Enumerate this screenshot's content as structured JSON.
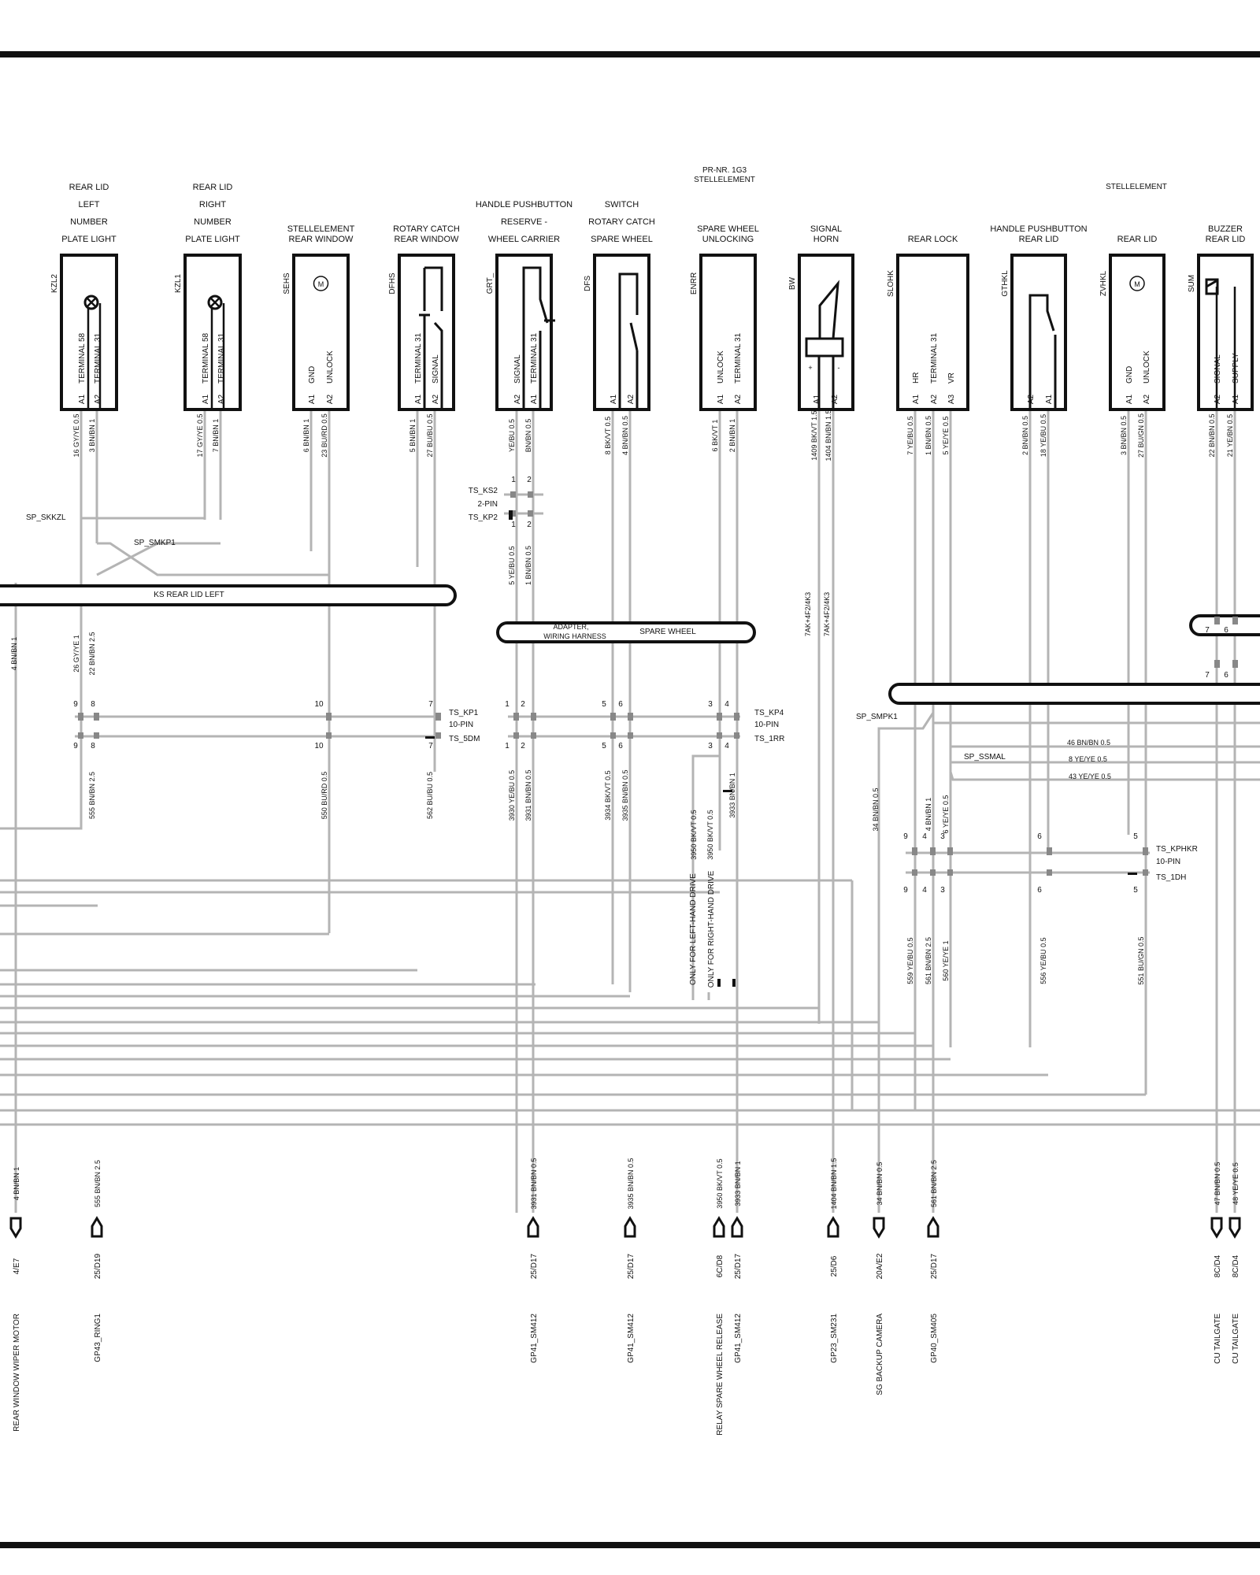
{
  "components": [
    {
      "code": "KZL2",
      "title": [
        "REAR LID",
        "LEFT",
        "NUMBER",
        "PLATE LIGHT"
      ],
      "pins": [
        {
          "pin": "A1",
          "label": "TERMINAL 58"
        },
        {
          "pin": "A2",
          "label": "TERMINAL 31"
        }
      ],
      "symbol": "lamp"
    },
    {
      "code": "KZL1",
      "title": [
        "REAR LID",
        "RIGHT",
        "NUMBER",
        "PLATE LIGHT"
      ],
      "pins": [
        {
          "pin": "A1",
          "label": "TERMINAL 58"
        },
        {
          "pin": "A2",
          "label": "TERMINAL 31"
        }
      ],
      "symbol": "lamp"
    },
    {
      "code": "SEHS",
      "title": [
        "STELLELEMENT",
        "REAR WINDOW"
      ],
      "pins": [
        {
          "pin": "A1",
          "label": "GND"
        },
        {
          "pin": "A2",
          "label": "UNLOCK"
        }
      ],
      "symbol": "motor",
      "symbol_text": "M"
    },
    {
      "code": "DFHS",
      "title": [
        "ROTARY CATCH",
        "REAR WINDOW"
      ],
      "pins": [
        {
          "pin": "A1",
          "label": "TERMINAL 31"
        },
        {
          "pin": "A2",
          "label": "SIGNAL"
        }
      ],
      "symbol": "switch-t"
    },
    {
      "code": "GRT_",
      "title": [
        "HANDLE PUSHBUTTON",
        "RESERVE -",
        "WHEEL CARRIER"
      ],
      "pins": [
        {
          "pin": "A2",
          "label": "SIGNAL"
        },
        {
          "pin": "A1",
          "label": "TERMINAL 31"
        }
      ],
      "symbol": "switch-t2"
    },
    {
      "code": "DFS",
      "title": [
        "SWITCH",
        "ROTARY CATCH",
        "SPARE WHEEL"
      ],
      "pins": [
        {
          "pin": "A1",
          "label": ""
        },
        {
          "pin": "A2",
          "label": ""
        }
      ],
      "symbol": "switch"
    },
    {
      "code": "ENRR",
      "title": [
        "SPARE WHEEL",
        "UNLOCKING"
      ],
      "pins": [
        {
          "pin": "A1",
          "label": "UNLOCK"
        },
        {
          "pin": "A2",
          "label": "TERMINAL 31"
        }
      ],
      "symbol": "none"
    },
    {
      "code": "BW",
      "title": [
        "SIGNAL",
        "HORN"
      ],
      "pins": [
        {
          "pin": "A1",
          "label": ""
        },
        {
          "pin": "A2",
          "label": ""
        }
      ],
      "symbol": "horn"
    },
    {
      "code": "SLOHK",
      "title": [
        "REAR LOCK"
      ],
      "pins": [
        {
          "pin": "A1",
          "label": "HR"
        },
        {
          "pin": "A2",
          "label": "TERMINAL 31"
        },
        {
          "pin": "A3",
          "label": "VR"
        }
      ],
      "symbol": "none"
    },
    {
      "code": "GTHKL",
      "title": [
        "HANDLE PUSHBUTTON",
        "REAR LID"
      ],
      "pins": [
        {
          "pin": "A2",
          "label": ""
        },
        {
          "pin": "A1",
          "label": ""
        }
      ],
      "symbol": "switch2"
    },
    {
      "code": "ZVHKL",
      "title": [
        "REAR LID"
      ],
      "pins": [
        {
          "pin": "A1",
          "label": "GND"
        },
        {
          "pin": "A2",
          "label": "UNLOCK"
        }
      ],
      "symbol": "motor",
      "symbol_text": "M"
    },
    {
      "code": "SUM",
      "title": [
        "BUZZER",
        "REAR LID"
      ],
      "pins": [
        {
          "pin": "A2",
          "label": "SIGNAL"
        },
        {
          "pin": "A1",
          "label": "SUPPLY"
        }
      ],
      "symbol": "buzzer"
    }
  ],
  "header_notes": {
    "pr_nr": "PR-NR. 1G3",
    "pr_stellelement": "STELLELEMENT",
    "stellelement_right": "STELLELEMENT"
  },
  "wire_labels_top": [
    "16 GY/YE 0.5",
    "3 BN/BN 1",
    "17 GY/YE 0.5",
    "7 BN/BN 1",
    "6 BN/BN 1",
    "23 BU/RD 0.5",
    "5 BN/BN 1",
    "27 BU/BU 0.5",
    "YE/BU 0.5",
    "BN/BN 0.5",
    "8 BK/VT 0.5",
    "4 BN/BN 0.5",
    "6 BK/VT 1",
    "2 BN/BN 1",
    "1409 BK/VT 1.5",
    "1404 BN/BN 1.5",
    "7 YE/BU 0.5",
    "1 BN/BN 0.5",
    "5 YE/YE 0.5",
    "2 BN/BN 0.5",
    "18 YE/BU 0.5",
    "3 BN/BN 0.5",
    "27 BU/GN 0.5",
    "22 BN/BN 0.5",
    "21 YE/BN 0.5"
  ],
  "wire_labels_mid": [
    "26 GY/YE 1",
    "22 BN/BN 2.5",
    "4 BN/BN 1",
    "5 YE/BU 0.5",
    "1 BN/BN 0.5",
    "7AK+4F2/4K3",
    "7AK+4F2/4K3",
    "34 BN/BN 0.5",
    "4 BN/BN 1",
    "6 YE/YE 0.5",
    "46 BN/BN 0.5",
    "8 YE/YE 0.5",
    "43 YE/YE 0.5"
  ],
  "wire_labels_lower": [
    "555 BN/BN 2.5",
    "550 BU/RD 0.5",
    "562 BU/BU 0.5",
    "3930 YE/BU 0.5",
    "3931 BN/BN 0.5",
    "3934 BK/VT 0.5",
    "3935 BN/BN 0.5",
    "3950 BK/VT 0.5",
    "3950 BK/VT 0.5",
    "3933 BN/BN 1",
    "559 YE/BU 0.5",
    "561 BN/BN 2.5",
    "560 YE/YE 1",
    "556 YE/BU 0.5",
    "551 BU/GN 0.5"
  ],
  "splices": [
    "SP_SKKZL",
    "SP_SMKP1",
    "SP_SMPK1",
    "SP_SSMAL"
  ],
  "connectors": {
    "ts_ks2": [
      "TS_KS2",
      "2-PIN",
      "TS_KP2"
    ],
    "ts_kp1": [
      "TS_KP1",
      "10-PIN",
      "TS_5DM"
    ],
    "ts_kp4": [
      "TS_KP4",
      "10-PIN",
      "TS_1RR"
    ],
    "ts_kphkr": [
      "TS_KPHKR",
      "10-PIN",
      "TS_1DH"
    ]
  },
  "harness_labels": {
    "ks_rear_lid_left": "KS REAR LID LEFT",
    "adapter": [
      "ADAPTER,",
      "WIRING HARNESS"
    ],
    "spare_wheel": "SPARE WHEEL"
  },
  "drive_notes": [
    "ONLY FOR LEFT-HAND DRIVE",
    "ONLY FOR RIGHT-HAND DRIVE"
  ],
  "pin_numbers": [
    "9",
    "8",
    "10",
    "7",
    "1",
    "2",
    "5",
    "6",
    "3",
    "4",
    "9",
    "4",
    "3",
    "6",
    "5",
    "7",
    "6"
  ],
  "terminals": [
    {
      "wire": "4 BN/BN 1",
      "ref": "4/E7",
      "dest": "REAR WINDOW WIPER MOTOR"
    },
    {
      "wire": "555 BN/BN 2.5",
      "ref": "25/D19",
      "dest": "GP43_RING1"
    },
    {
      "wire": "3931 BN/BN 0.5",
      "ref": "25/D17",
      "dest": "GP41_SM412"
    },
    {
      "wire": "3935 BN/BN 0.5",
      "ref": "25/D17",
      "dest": "GP41_SM412"
    },
    {
      "wire": "3950 BK/VT 0.5",
      "ref": "6C/D8",
      "dest": "RELAY SPARE WHEEL RELEASE"
    },
    {
      "wire": "3933 BN/BN 1",
      "ref": "25/D17",
      "dest": "GP41_SM412"
    },
    {
      "wire": "1404 BN/BN 1.5",
      "ref": "25/D6",
      "dest": "GP23_SM231"
    },
    {
      "wire": "34 BN/BN 0.5",
      "ref": "20A/E2",
      "dest": "SG BACKUP CAMERA"
    },
    {
      "wire": "561 BN/BN 2.5",
      "ref": "25/D17",
      "dest": "GP40_SM405"
    },
    {
      "wire": "47 BN/BN 0.5",
      "ref": "8C/D4",
      "dest": "CU TAILGATE"
    },
    {
      "wire": "48 YE/YE 0.5",
      "ref": "8C/D4",
      "dest": "CU TAILGATE"
    }
  ]
}
